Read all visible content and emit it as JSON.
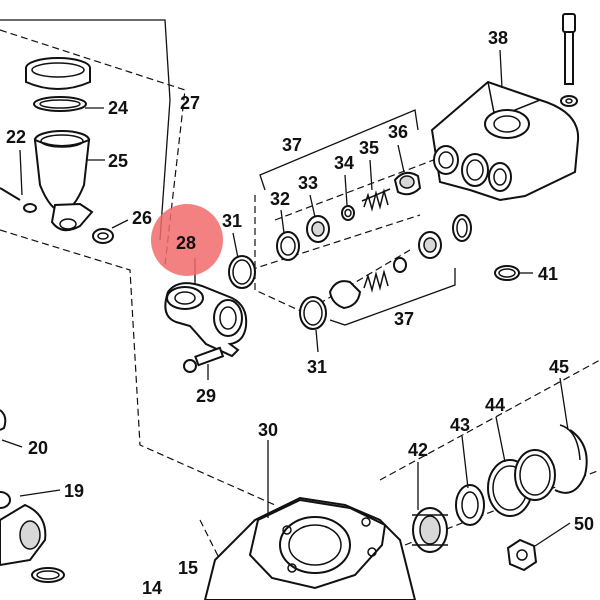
{
  "diagram": {
    "highlight_color": "#f26b6b",
    "highlighted_part": "28",
    "callouts": [
      "14",
      "15",
      "19",
      "20",
      "22",
      "24",
      "25",
      "26",
      "27",
      "28",
      "29",
      "30",
      "31",
      "31",
      "32",
      "33",
      "34",
      "35",
      "36",
      "37",
      "37",
      "38",
      "41",
      "42",
      "43",
      "44",
      "45",
      "50"
    ]
  }
}
